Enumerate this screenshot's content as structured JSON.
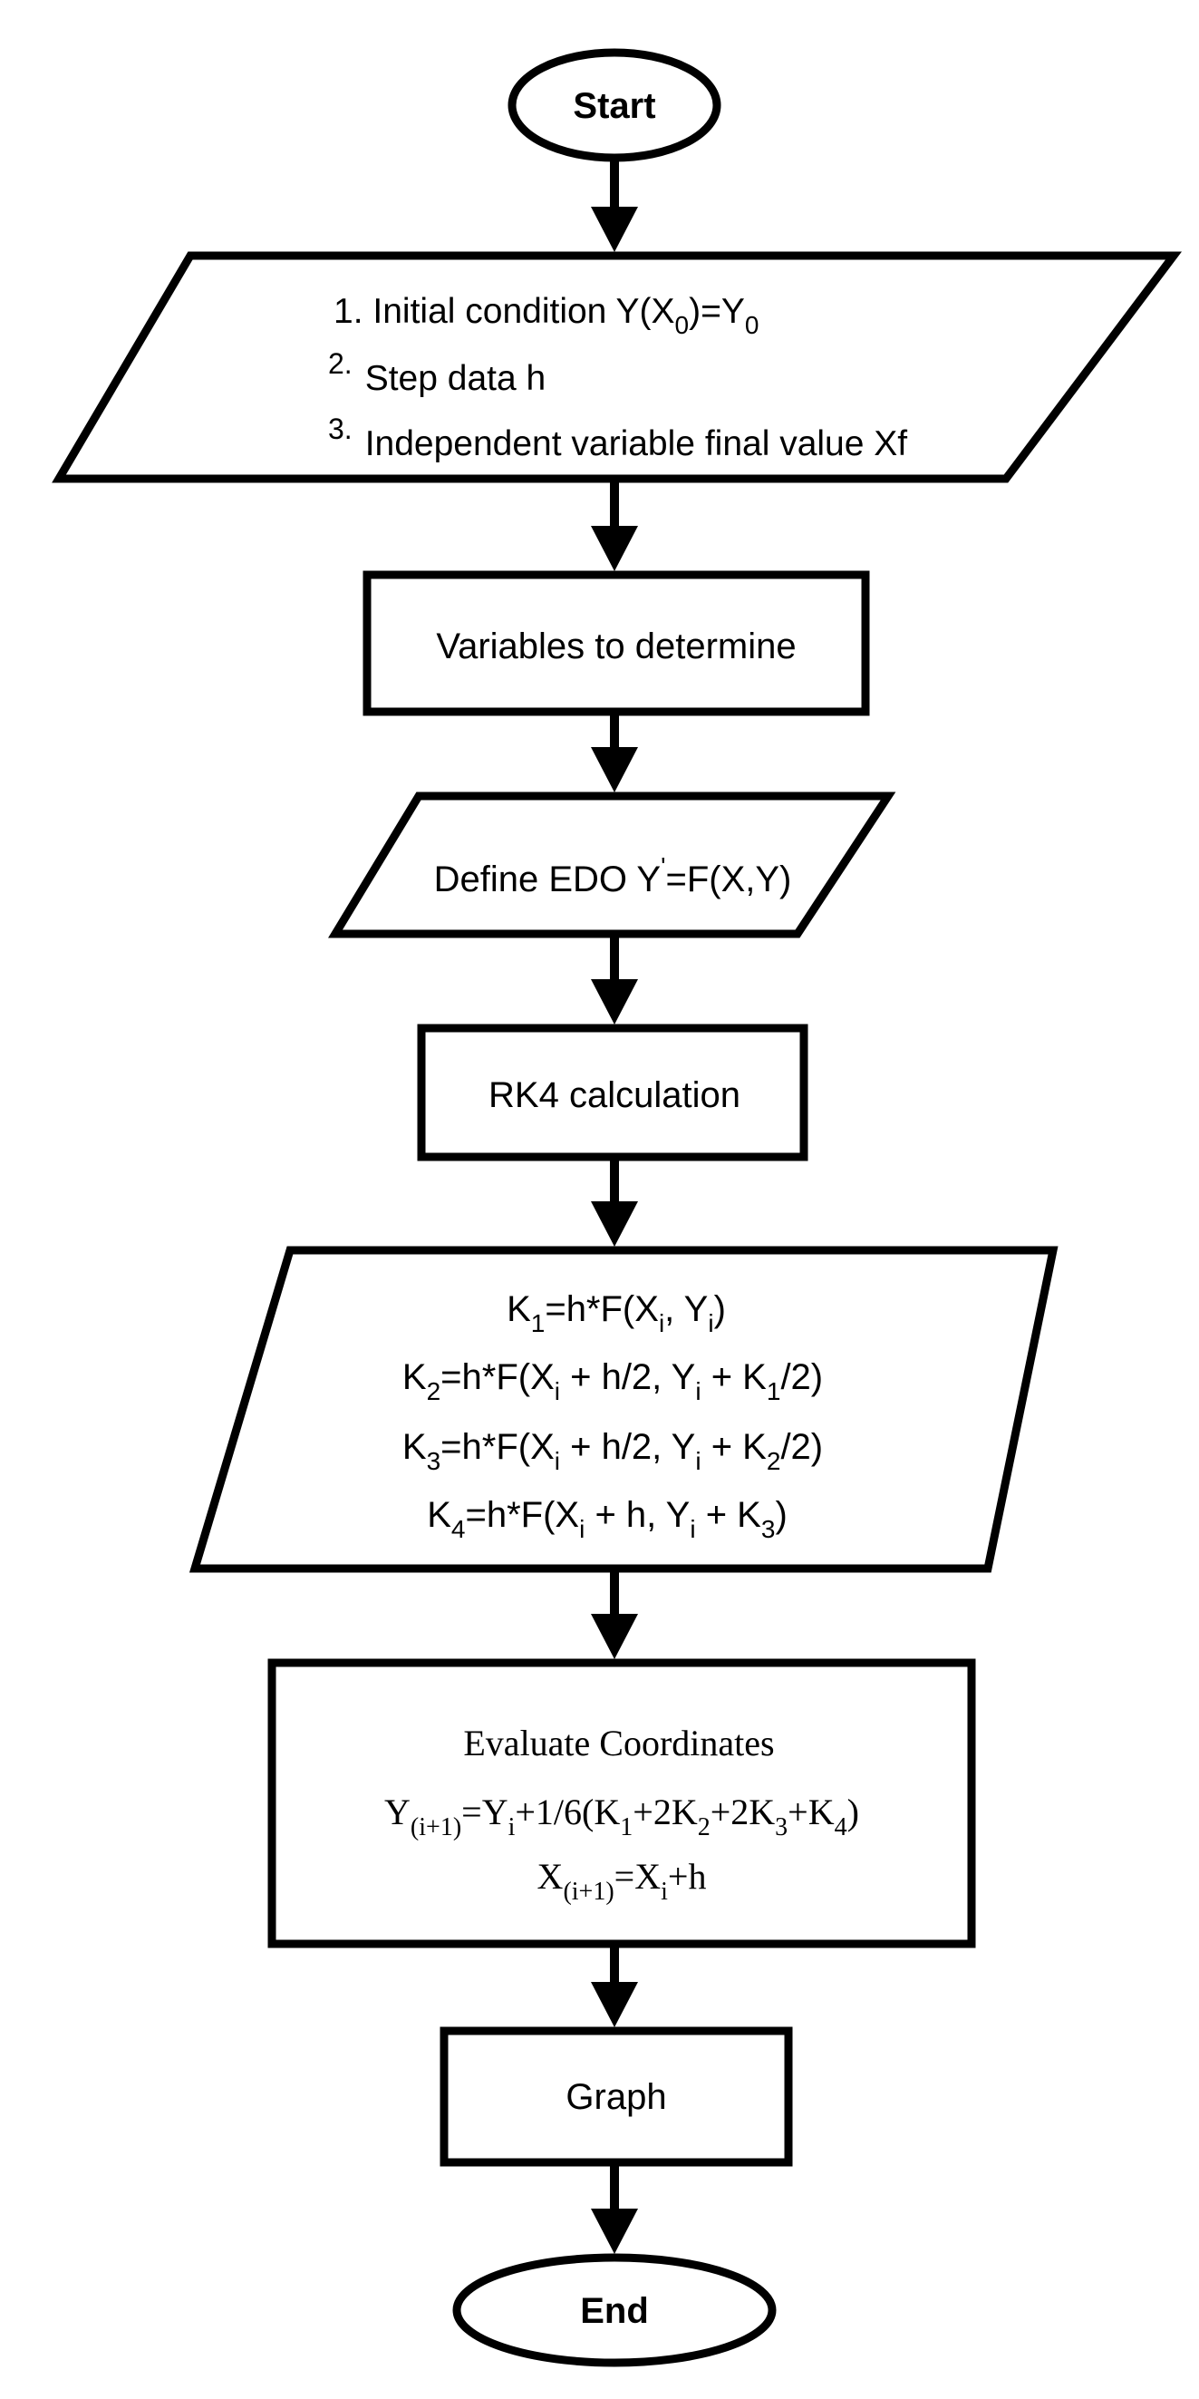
{
  "start": {
    "label": "Start"
  },
  "inputs": {
    "items": [
      {
        "num": "1.",
        "text": "Initial condition  Y(X",
        "sub1": "0",
        "mid": ")=Y",
        "sub2": "0"
      },
      {
        "num": "2.",
        "text": "Step data h"
      },
      {
        "num": "3.",
        "text": "Independent variable final value Xf"
      }
    ]
  },
  "variables": {
    "label": "Variables to determine"
  },
  "define": {
    "prefix": "Define EDO Y",
    "prime": "'",
    "suffix": "=F(X,Y)"
  },
  "rk4": {
    "label": "RK4 calculation"
  },
  "k_equations": {
    "k1": {
      "a": "K",
      "a_sub": "1",
      "b": "=h*F(X",
      "b_sub": "i",
      "c": ", Y",
      "c_sub": "i",
      "d": ")"
    },
    "k2": {
      "a": "K",
      "a_sub": "2",
      "b": "=h*F(X",
      "b_sub": "i",
      "c": " + h/2, Y",
      "c_sub": "i",
      "d": " + K",
      "d_sub": "1",
      "e": "/2)"
    },
    "k3": {
      "a": "K",
      "a_sub": "3",
      "b": "=h*F(X",
      "b_sub": "i",
      "c": " + h/2, Y",
      "c_sub": "i",
      "d": " + K",
      "d_sub": "2",
      "e": "/2)"
    },
    "k4": {
      "a": "K",
      "a_sub": "4",
      "b": "=h*F(X",
      "b_sub": "i",
      "c": " + h, Y",
      "c_sub": "i",
      "d": " + K",
      "d_sub": "3",
      "e": ")"
    }
  },
  "evaluate": {
    "title": "Evaluate Coordinates",
    "y_eq": {
      "a": "Y",
      "a_sub": "(i+1)",
      "b": "=Y",
      "b_sub": "i",
      "c": "+1/6(K",
      "c_sub": "1",
      "d": "+2K",
      "d_sub": "2",
      "e": "+2K",
      "e_sub": "3",
      "f": "+K",
      "f_sub": "4",
      "g": ")"
    },
    "x_eq": {
      "a": "X",
      "a_sub": "(i+1)",
      "b": "=X",
      "b_sub": "i",
      "c": "+h"
    }
  },
  "graph": {
    "label": "Graph"
  },
  "end": {
    "label": "End"
  }
}
